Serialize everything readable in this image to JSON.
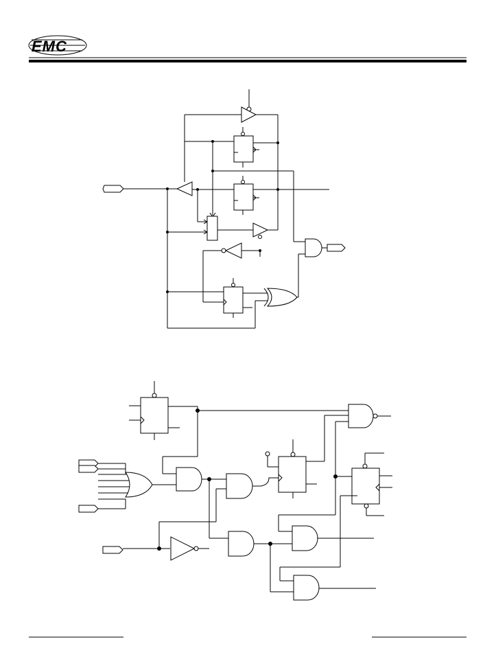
{
  "header": {
    "logo_text": "EMC"
  },
  "colors": {
    "ink": "#000000",
    "paper": "#ffffff"
  },
  "diagrams": [
    {
      "id": "upper-logic-schematic"
    },
    {
      "id": "lower-logic-schematic"
    }
  ]
}
